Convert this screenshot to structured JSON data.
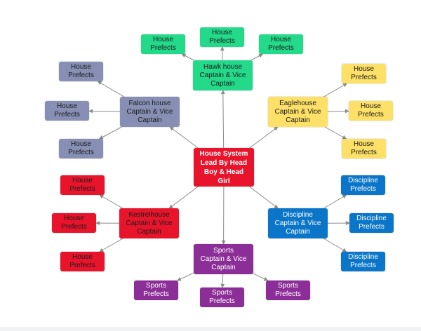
{
  "colors": {
    "center": "#e8142c",
    "hawk": "#23d98a",
    "eagle": "#fde067",
    "falcon": "#8790b4",
    "kestrel": "#e8142c",
    "discipline": "#0b75c9",
    "sports": "#8c2e97",
    "edge": "#8a8a8a"
  },
  "nodes": {
    "center": "House System\nLead By Head\nBoy & Head\nGirl",
    "hawk": "Hawk house\nCaptain & Vice\nCaptain",
    "hawk_p1": "House\nPrefects",
    "hawk_p2": "House\nPrefects",
    "hawk_p3": "House\nPrefects",
    "eagle": "Eaglehouse\nCaptain & Vice\nCaptain",
    "eagle_p1": "House\nPrefects",
    "eagle_p2": "House\nPrefects",
    "eagle_p3": "House\nPrefects",
    "falcon": "Falcon house\nCaptain & Vice\nCaptain",
    "falcon_p1": "House\nPrefects",
    "falcon_p2": "House\nPrefects",
    "falcon_p3": "House\nPrefects",
    "kestrel": "Kestrelhouse\nCaptain & Vice\nCaptain",
    "kestrel_p1": "House\nPrefects",
    "kestrel_p2": "House\nPrefects",
    "kestrel_p3": "House\nPrefects",
    "discipline": "Discipline\nCaptain & Vice\nCaptain",
    "discipline_p1": "Discipline\nPrefects",
    "discipline_p2": "Discipline\nPrefects",
    "discipline_p3": "Discipline\nPrefects",
    "sports": "Sports\nCaptain & Vice\nCaptain",
    "sports_p1": "Sports\nPrefects",
    "sports_p2": "Sports\nPrefects",
    "sports_p3": "Sports\nPrefects"
  },
  "edges": [
    [
      "center",
      "hawk"
    ],
    [
      "center",
      "eagle"
    ],
    [
      "center",
      "falcon"
    ],
    [
      "center",
      "kestrel"
    ],
    [
      "center",
      "discipline"
    ],
    [
      "center",
      "sports"
    ],
    [
      "hawk",
      "hawk_p1"
    ],
    [
      "hawk",
      "hawk_p2"
    ],
    [
      "hawk",
      "hawk_p3"
    ],
    [
      "eagle",
      "eagle_p1"
    ],
    [
      "eagle",
      "eagle_p2"
    ],
    [
      "eagle",
      "eagle_p3"
    ],
    [
      "falcon",
      "falcon_p1"
    ],
    [
      "falcon",
      "falcon_p2"
    ],
    [
      "falcon",
      "falcon_p3"
    ],
    [
      "kestrel",
      "kestrel_p1"
    ],
    [
      "kestrel",
      "kestrel_p2"
    ],
    [
      "kestrel",
      "kestrel_p3"
    ],
    [
      "discipline",
      "discipline_p1"
    ],
    [
      "discipline",
      "discipline_p2"
    ],
    [
      "discipline",
      "discipline_p3"
    ],
    [
      "sports",
      "sports_p1"
    ],
    [
      "sports",
      "sports_p2"
    ],
    [
      "sports",
      "sports_p3"
    ]
  ]
}
